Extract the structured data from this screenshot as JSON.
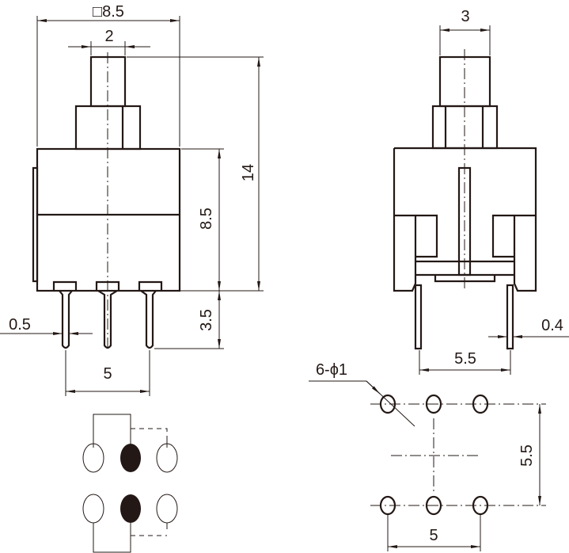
{
  "front_view": {
    "width_label": "□8.5",
    "plunger_width_label": "2",
    "total_height_label": "14",
    "body_height_label": "8.5",
    "pin_length_label": "3.5",
    "pin_width_label": "0.5",
    "pin_pitch_label": "5"
  },
  "side_view": {
    "plunger_width_label": "3",
    "pin_span_label": "5.5",
    "pin_width_label": "0.4"
  },
  "pcb_layout": {
    "hole_label": "6-ϕ1",
    "row_spacing_label": "5.5",
    "column_pitch_label": "5"
  },
  "colors": {
    "line": "#231815",
    "background": "#ffffff"
  }
}
